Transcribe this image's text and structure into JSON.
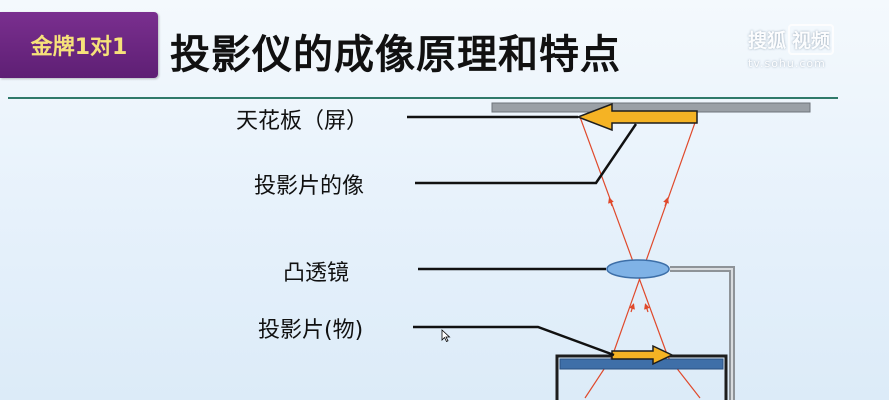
{
  "badge": {
    "text": "金牌1对1"
  },
  "title": "投影仪的成像原理和特点",
  "watermark": {
    "brand": "搜狐",
    "brand_box": "视频",
    "url": "tv.sohu.com"
  },
  "labels": {
    "ceiling": "天花板（屏）",
    "image": "投影片的像",
    "lens": "凸透镜",
    "slide": "投影片(物)"
  },
  "colors": {
    "badge_bg": "#6b2580",
    "badge_text": "#f6e27a",
    "divider": "#2f7a6a",
    "ray": "#e0492b",
    "arrow_fill": "#f5b324",
    "lens": "#7fb2e6",
    "screen": "#9aa0a6",
    "stage_top": "#3f6fa8"
  }
}
